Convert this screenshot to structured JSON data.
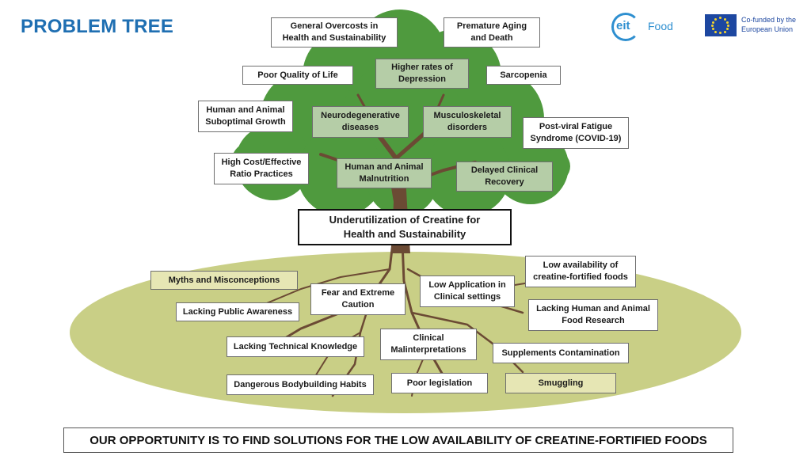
{
  "title": "PROBLEM TREE",
  "logos": {
    "eit_mark": "eit",
    "eit_name": "Food",
    "eu_line1": "Co-funded by the",
    "eu_line2": "European Union"
  },
  "core_problem": "Underutilization of Creatine for\nHealth and Sustainability",
  "effects": [
    "General Overcosts in\nHealth and Sustainability",
    "Premature Aging\nand Death",
    "Poor Quality of Life",
    "Higher rates of\nDepression",
    "Sarcopenia",
    "Human and Animal\nSuboptimal Growth",
    "Neurodegenerative\ndiseases",
    "Musculoskeletal\ndisorders",
    "Post-viral Fatigue\nSyndrome (COVID-19)",
    "High Cost/Effective\nRatio Practices",
    "Human and Animal\nMalnutrition",
    "Delayed Clinical\nRecovery"
  ],
  "causes": [
    "Low availability of\ncreatine-fortified foods",
    "Myths and Misconceptions",
    "Fear and Extreme\nCaution",
    "Low Application in\nClinical settings",
    "Lacking Public Awareness",
    "Lacking Human and Animal\nFood Research",
    "Lacking Technical Knowledge",
    "Clinical\nMalinterpretations",
    "Supplements Contamination",
    "Dangerous Bodybuilding Habits",
    "Poor legislation",
    "Smuggling"
  ],
  "opportunity": "OUR OPPORTUNITY IS TO FIND SOLUTIONS FOR THE LOW AVAILABILITY OF CREATINE-FORTIFIED FOODS",
  "colors": {
    "title": "#1f6fb2",
    "canopy": "#4f9a3e",
    "trunk": "#6b4a34",
    "ground": "#c9cf86",
    "leaf_box": "#b5cda7",
    "root_box": "#e6e6b4"
  }
}
